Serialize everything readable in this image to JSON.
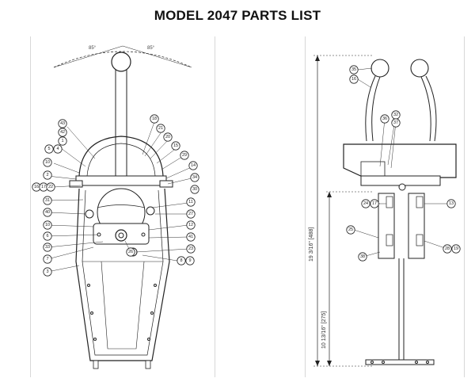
{
  "title": "MODEL 2047 PARTS LIST",
  "left_view": {
    "angle_left": "85°",
    "angle_right": "85°",
    "callouts": [
      {
        "label": "18"
      },
      {
        "label": "43"
      },
      {
        "label": "42"
      },
      {
        "label": "1"
      },
      {
        "label": "21"
      },
      {
        "label": "20"
      },
      {
        "label": "5"
      },
      {
        "label": "4"
      },
      {
        "label": "15"
      },
      {
        "label": "10"
      },
      {
        "label": "29"
      },
      {
        "label": "14"
      },
      {
        "label": "2"
      },
      {
        "label": "34"
      },
      {
        "label": "16"
      },
      {
        "label": "17"
      },
      {
        "label": "22"
      },
      {
        "label": "30"
      },
      {
        "label": "31"
      },
      {
        "label": "11"
      },
      {
        "label": "40"
      },
      {
        "label": "27"
      },
      {
        "label": "12"
      },
      {
        "label": "10"
      },
      {
        "label": "6"
      },
      {
        "label": "41"
      },
      {
        "label": "33"
      },
      {
        "label": "26"
      },
      {
        "label": "7"
      },
      {
        "label": "23"
      },
      {
        "label": "8"
      },
      {
        "label": "9"
      },
      {
        "label": "3"
      }
    ]
  },
  "right_view": {
    "dim_overall": "19 3/16\" [488]",
    "dim_lower": "10 13/16\" [275]",
    "callouts": [
      {
        "label": "35"
      },
      {
        "label": "16"
      },
      {
        "label": "32"
      },
      {
        "label": "36"
      },
      {
        "label": "37"
      },
      {
        "label": "24"
      },
      {
        "label": "17"
      },
      {
        "label": "13"
      },
      {
        "label": "25"
      },
      {
        "label": "28"
      },
      {
        "label": "19"
      },
      {
        "label": "38"
      }
    ]
  }
}
